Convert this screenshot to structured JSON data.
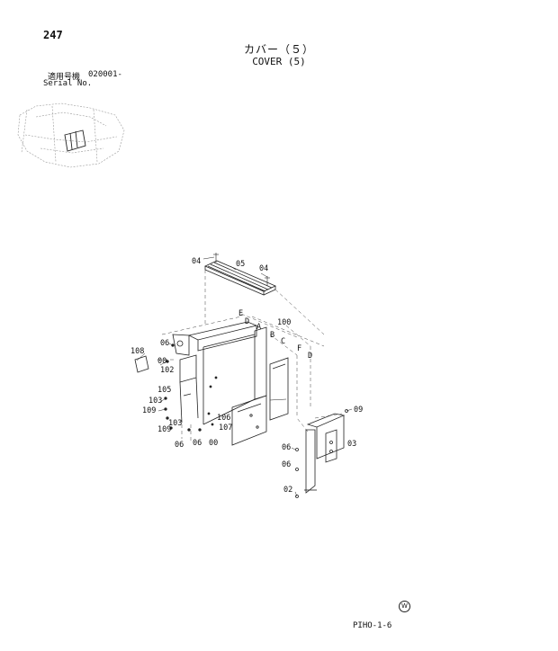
{
  "header": {
    "page_number": "247",
    "title_jp": "カバー（５）",
    "title_en": "COVER (5)",
    "serial_label_jp": "適用号機",
    "serial_value": "020001-",
    "serial_label_en": "Serial No."
  },
  "callouts": {
    "c04a": "04",
    "c05": "05",
    "c04b": "04",
    "cE": "E",
    "c100": "100",
    "cD1": "D",
    "cA": "A",
    "cB": "B",
    "cC": "C",
    "cF": "F",
    "cD2": "D",
    "c108": "108",
    "c06a": "06",
    "c00a": "00",
    "c102": "102",
    "c105": "105",
    "c103a": "103",
    "c109a": "109",
    "c103b": "103",
    "c109b": "109",
    "c106": "106",
    "c107": "107",
    "c06b": "06",
    "c06c": "06",
    "c00b": "00",
    "c09": "09",
    "c03": "03",
    "c06d": "06",
    "c06e": "06",
    "c02": "02"
  },
  "footer": {
    "mark": "W",
    "code": "PIHO-1-6"
  }
}
